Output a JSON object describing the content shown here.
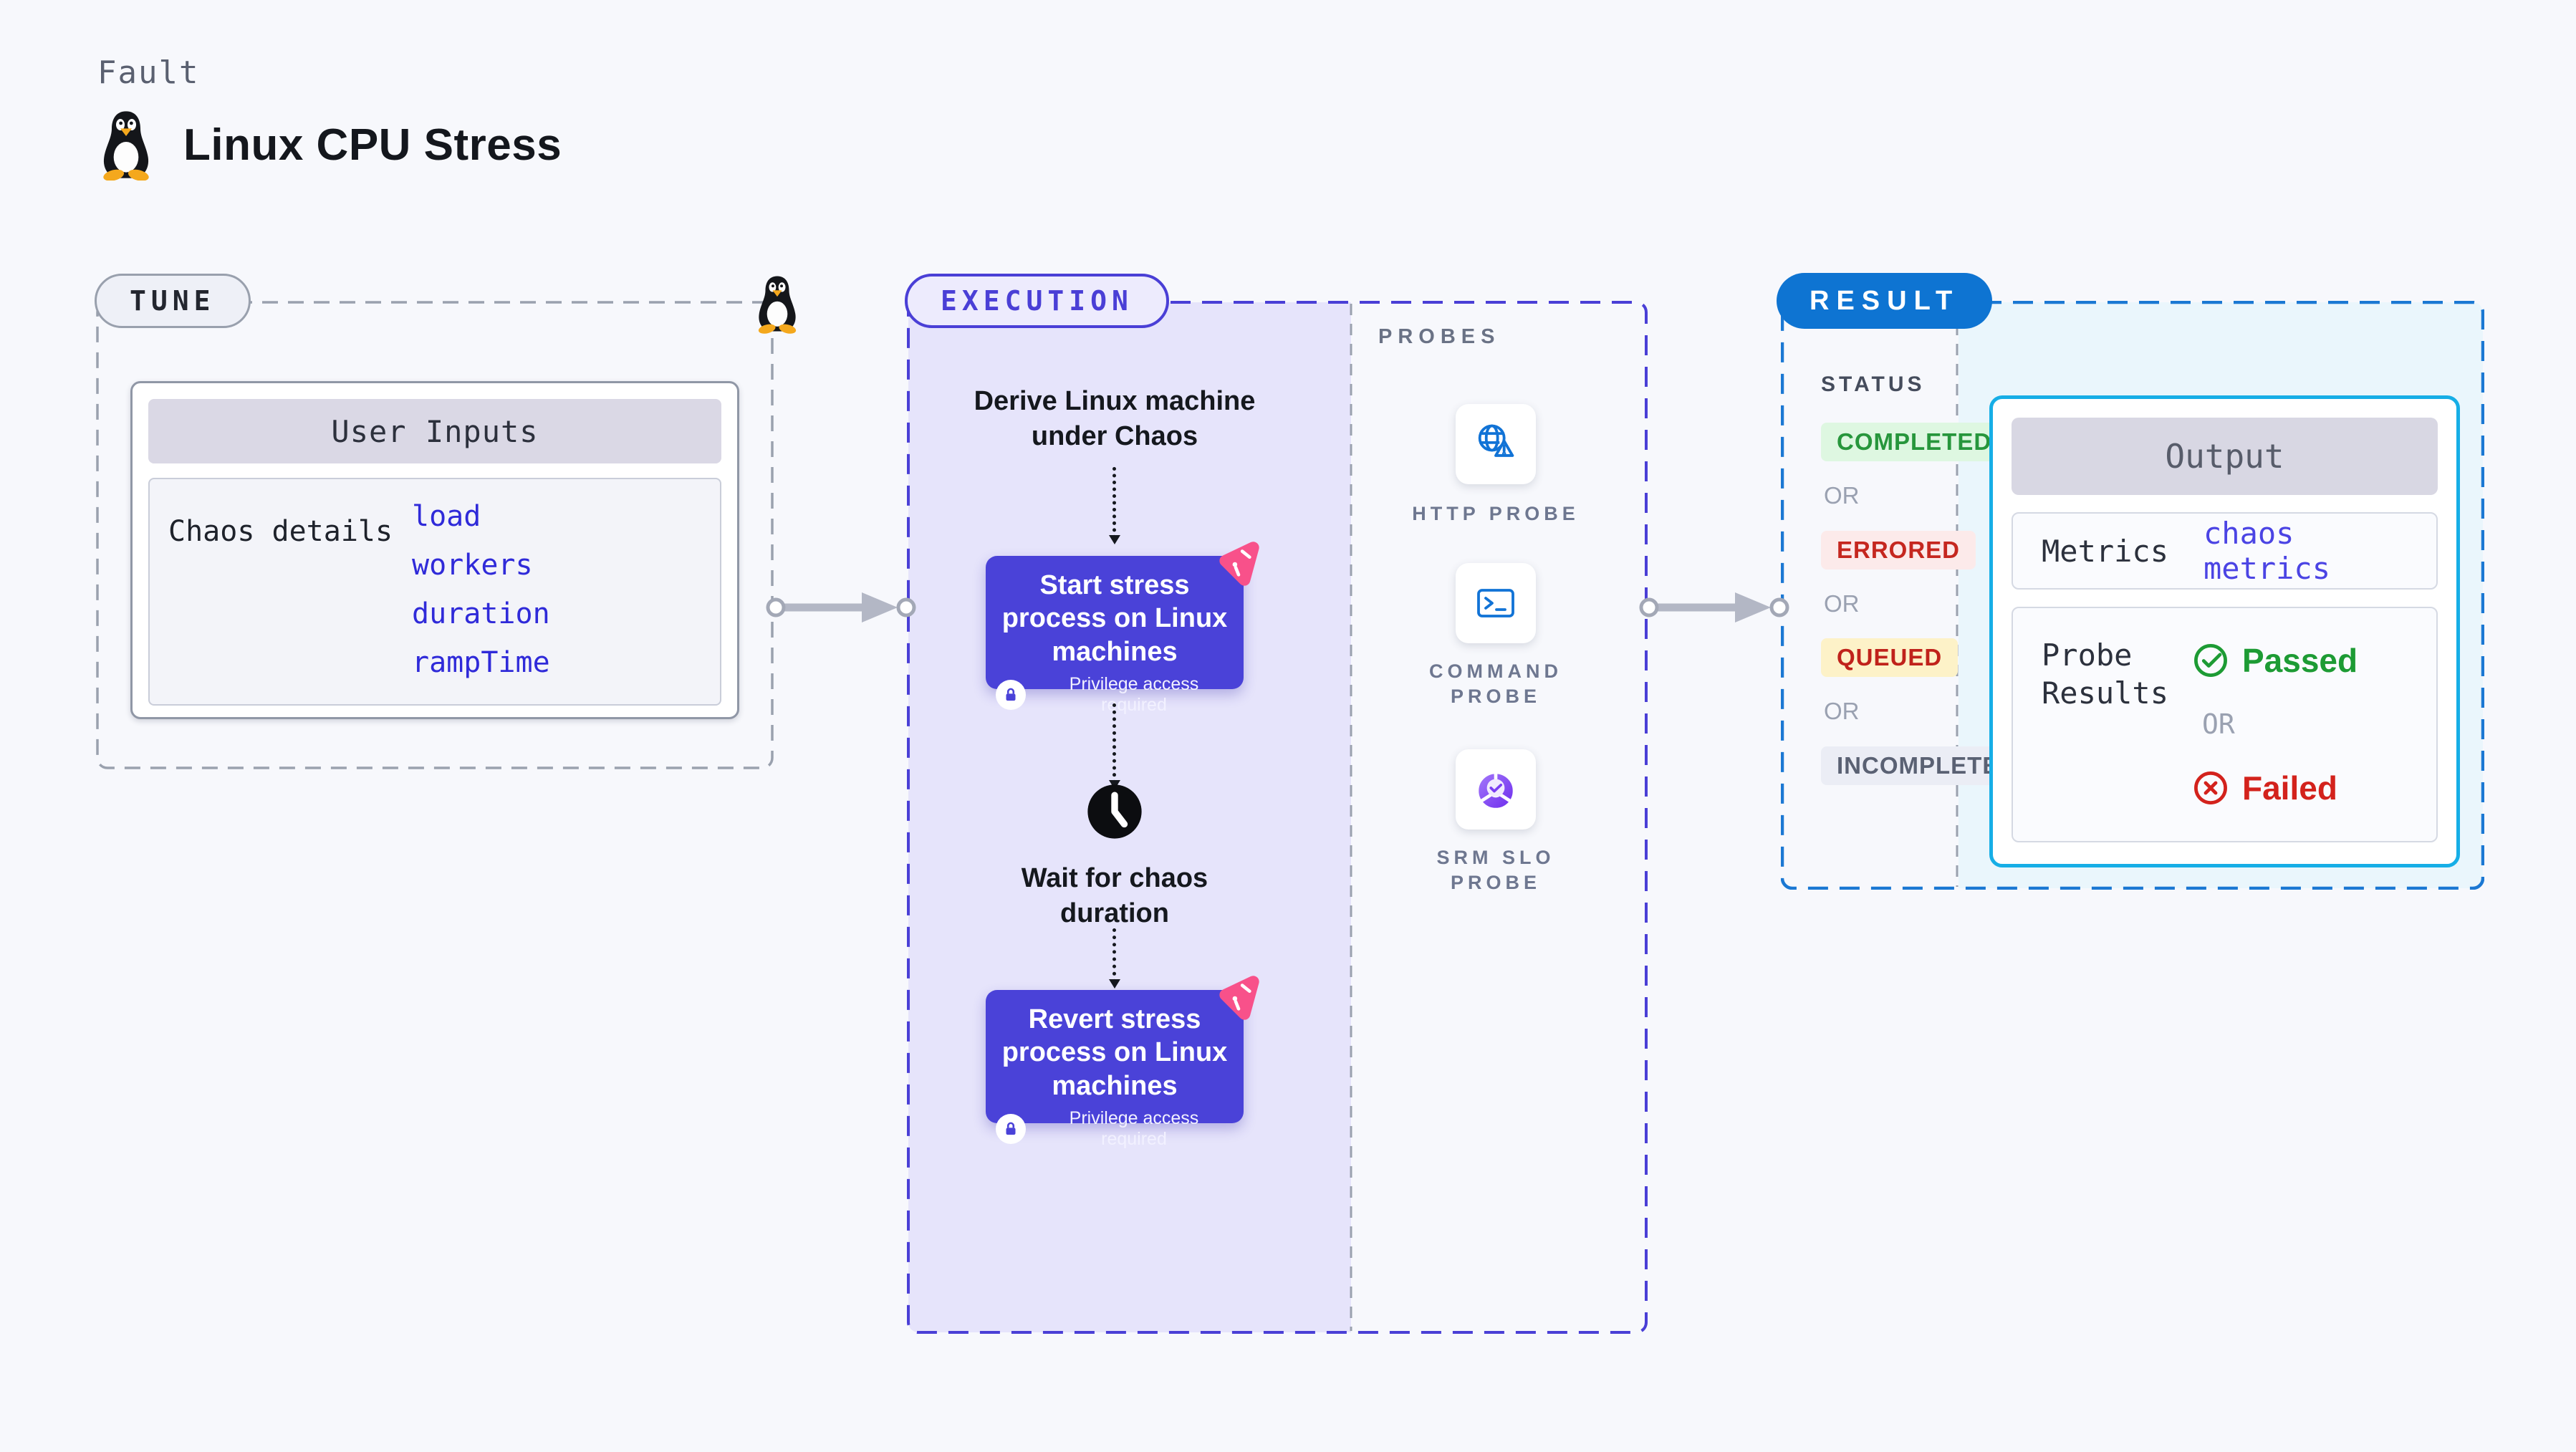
{
  "header": {
    "kicker": "Fault",
    "title": "Linux CPU Stress"
  },
  "tune": {
    "badge": "TUNE",
    "card": {
      "header": "User Inputs",
      "row_label": "Chaos details",
      "inputs": [
        "load",
        "workers",
        "duration",
        "rampTime"
      ]
    }
  },
  "execution": {
    "badge": "EXECUTION",
    "derive_step": "Derive Linux machine under Chaos",
    "start_box": {
      "title": "Start stress process on Linux machines",
      "note": "Privilege access required"
    },
    "wait_step": "Wait for chaos duration",
    "revert_box": {
      "title": "Revert stress process on Linux machines",
      "note": "Privilege access required"
    }
  },
  "probes": {
    "label": "PROBES",
    "items": [
      {
        "label": "HTTP PROBE",
        "icon": "globe-alert-icon"
      },
      {
        "label": "COMMAND PROBE",
        "icon": "terminal-icon"
      },
      {
        "label": "SRM SLO PROBE",
        "icon": "slo-donut-icon"
      }
    ]
  },
  "result": {
    "badge": "RESULT",
    "status_label": "STATUS",
    "or_label": "OR",
    "statuses": [
      {
        "label": "COMPLETED",
        "fg": "#27963c",
        "bg": "#def7e1"
      },
      {
        "label": "ERRORED",
        "fg": "#c5271f",
        "bg": "#fceaea"
      },
      {
        "label": "QUEUED",
        "fg": "#c0221b",
        "bg": "#fdf2c8"
      },
      {
        "label": "INCOMPLETED",
        "fg": "#5a6173",
        "bg": "#ebedf5"
      }
    ],
    "output": {
      "header": "Output",
      "metrics_label": "Metrics",
      "metrics_value": "chaos metrics",
      "probe_results_label": "Probe Results",
      "passed_label": "Passed",
      "or_label": "OR",
      "failed_label": "Failed"
    }
  },
  "colors": {
    "page_bg": "#f7f8fc",
    "accent_indigo": "#4a42d8",
    "execution_border": "#4a3fd6",
    "execution_fill": "#e6e4fb",
    "result_border": "#1b78d3",
    "result_pill_blue": "#0e74d2",
    "output_border_cyan": "#16aee6",
    "output_fill_cyan": "#eaf6fc",
    "link_blue": "#2f2ad9",
    "metrics_link": "#4b44e4",
    "passed_green": "#1d9b34",
    "failed_red": "#d3221c",
    "probe_icon_blue": "#1173d6",
    "chaos_pink": "#f8518a",
    "connector_gray": "#b3b7c5",
    "dashed_gray": "#9aa1ae"
  }
}
